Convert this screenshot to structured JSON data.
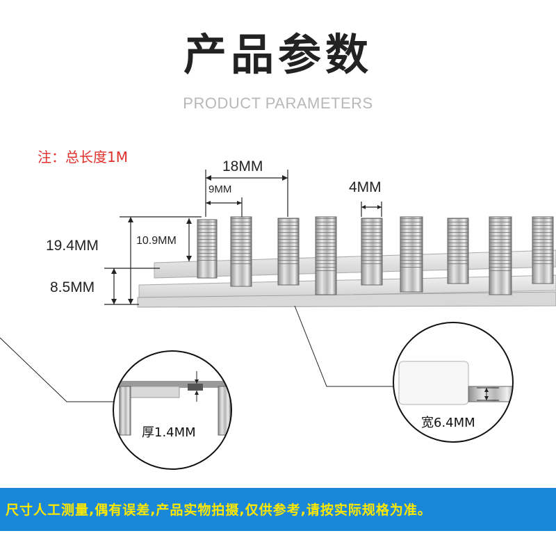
{
  "header": {
    "title": "产品参数",
    "subtitle": "PRODUCT PARAMETERS"
  },
  "note": "注：总长度1M",
  "dimensions": {
    "pitch": "18MM",
    "half_pitch": "9MM",
    "tooth_gap": "4MM",
    "total_height": "19.4MM",
    "tooth_height": "10.9MM",
    "base_height": "8.5MM"
  },
  "detail_left": {
    "label": "厚1.4MM"
  },
  "detail_right": {
    "label": "宽6.4MM"
  },
  "footer": {
    "disclaimer": "尺寸人工测量,偶有误差,产品实物拍摄,仅供参考,请按实际规格为准。"
  },
  "colors": {
    "note": "#e0302c",
    "footer_bg": "#1b87d8",
    "footer_text": "#ffe800"
  }
}
